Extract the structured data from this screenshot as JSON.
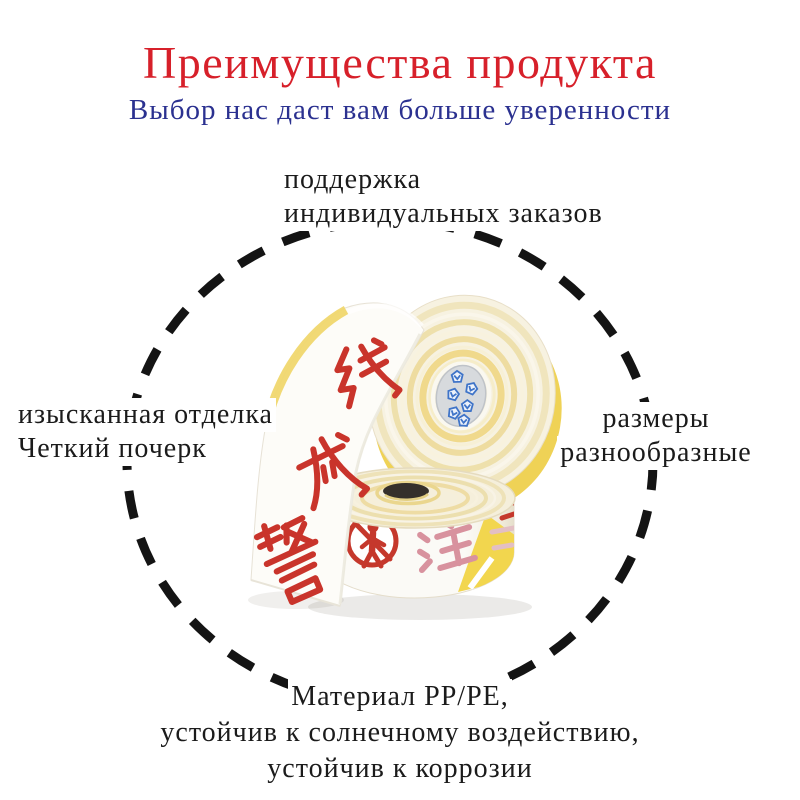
{
  "header": {
    "title": "Преимущества продукта",
    "title_color": "#d7202a",
    "subtitle": "Выбор нас даст вам больше уверенности",
    "subtitle_color": "#2b3190"
  },
  "diagram": {
    "dash_color": "#141414",
    "text_color": "#1b1b1b",
    "labels": {
      "top": {
        "lines": [
          "поддержка",
          "индивидуальных заказов"
        ]
      },
      "left": {
        "lines": [
          "изысканная отделка",
          "Четкий почерк"
        ]
      },
      "right": {
        "lines": [
          "размеры",
          "разнообразные"
        ]
      },
      "bottom": {
        "lines": [
          "Материал PP/PE,",
          "устойчив к солнечному воздействию,",
          "устойчив к коррозии"
        ]
      }
    }
  },
  "product": {
    "description": "two rolls of warning barrier tape",
    "tape_text_vertical_strip": "警戒线",
    "tape_text_front_roll": "注意",
    "colors": {
      "tape_red": "#c9342b",
      "faded_red": "#d8929e",
      "tape_yellow": "#eedca0",
      "bright_yellow_edge": "#efd256",
      "core_blue": "#3f74c8",
      "cream": "#f6f0dc"
    }
  }
}
